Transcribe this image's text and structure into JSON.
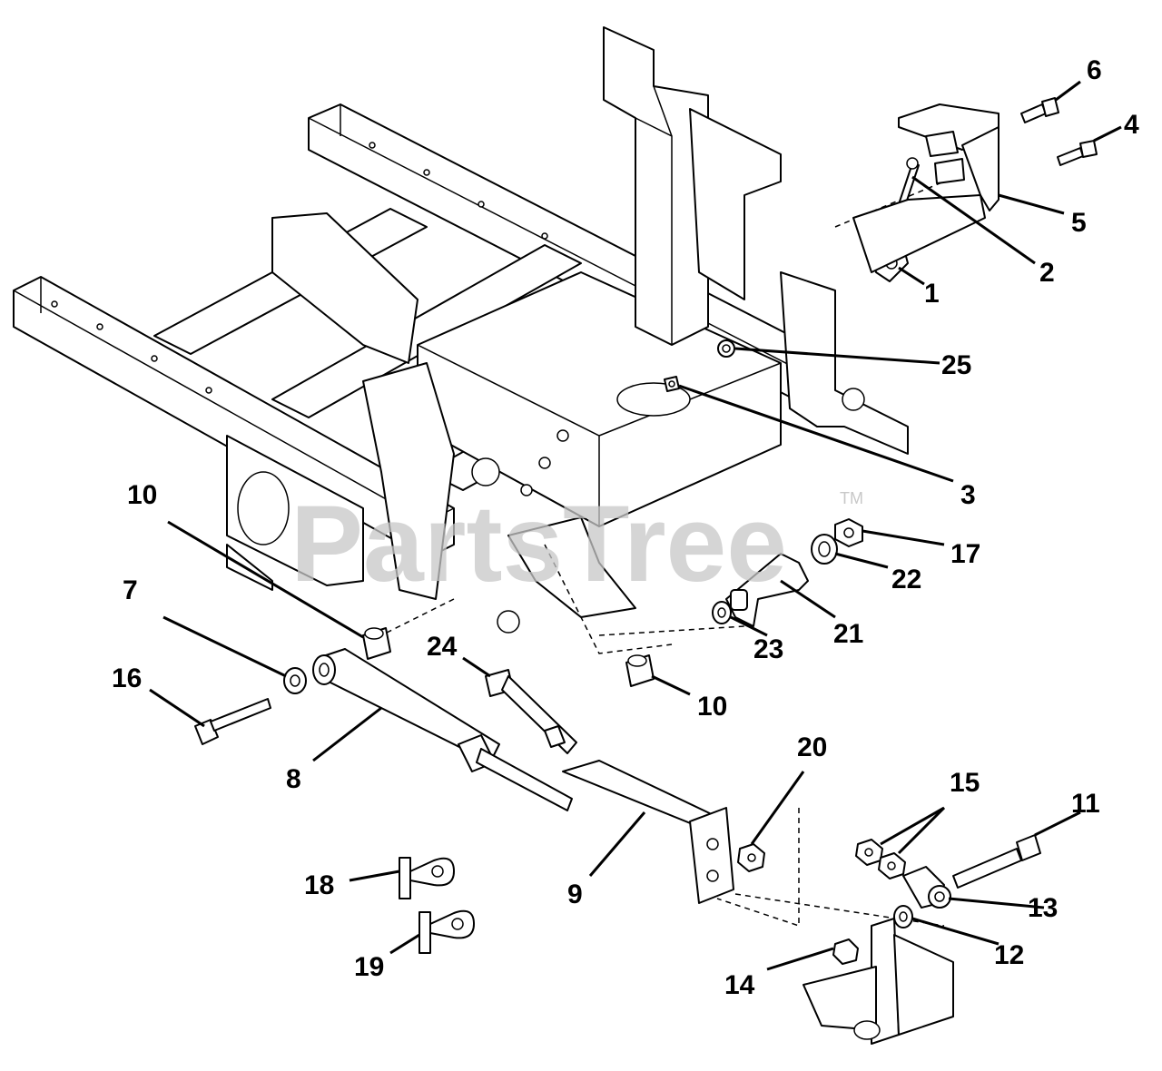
{
  "watermark": {
    "text": "PartsTree",
    "trademark": "TM"
  },
  "parts": [
    {
      "id": "p1",
      "label": "1"
    },
    {
      "id": "p2",
      "label": "2"
    },
    {
      "id": "p3",
      "label": "3"
    },
    {
      "id": "p4",
      "label": "4"
    },
    {
      "id": "p5",
      "label": "5"
    },
    {
      "id": "p6",
      "label": "6"
    },
    {
      "id": "p7",
      "label": "7"
    },
    {
      "id": "p8",
      "label": "8"
    },
    {
      "id": "p9",
      "label": "9"
    },
    {
      "id": "p10a",
      "label": "10"
    },
    {
      "id": "p10b",
      "label": "10"
    },
    {
      "id": "p11",
      "label": "11"
    },
    {
      "id": "p12",
      "label": "12"
    },
    {
      "id": "p13",
      "label": "13"
    },
    {
      "id": "p14",
      "label": "14"
    },
    {
      "id": "p15",
      "label": "15"
    },
    {
      "id": "p16",
      "label": "16"
    },
    {
      "id": "p17",
      "label": "17"
    },
    {
      "id": "p18",
      "label": "18"
    },
    {
      "id": "p19",
      "label": "19"
    },
    {
      "id": "p20",
      "label": "20"
    },
    {
      "id": "p21",
      "label": "21"
    },
    {
      "id": "p22",
      "label": "22"
    },
    {
      "id": "p23",
      "label": "23"
    },
    {
      "id": "p24",
      "label": "24"
    },
    {
      "id": "p25",
      "label": "25"
    }
  ]
}
